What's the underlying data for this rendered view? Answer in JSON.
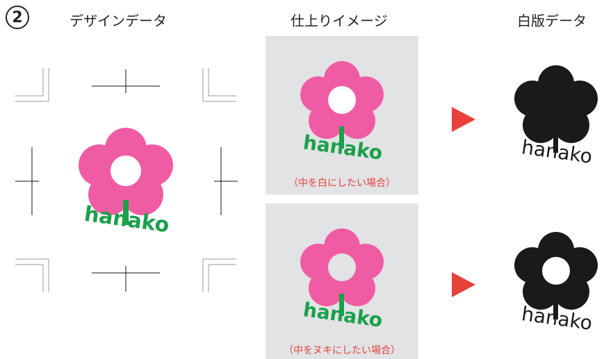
{
  "step": {
    "number": "2"
  },
  "columns": {
    "design": {
      "title": "デザインデータ"
    },
    "finished": {
      "title": "仕上りイメージ",
      "caption_white": "（中を白にしたい場合）",
      "caption_knockout": "（中をヌキにしたい場合）"
    },
    "white_plate": {
      "title": "白版データ"
    }
  },
  "logo": {
    "text": "hanako"
  },
  "colors": {
    "petal": "#f05ca4",
    "stem": "#1aa04a",
    "text_green": "#1aa04a",
    "white_plate": "#1a1a1a",
    "panel": "#e2e3e5",
    "arrow": "#e8413c",
    "caption": "#e8413c"
  }
}
